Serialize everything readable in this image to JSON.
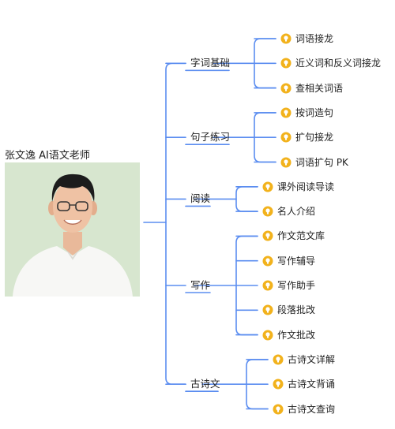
{
  "teacher": {
    "name": "张文逸 AI语文老师"
  },
  "colors": {
    "line": "#5b8df0",
    "bulb": "#f2b21c",
    "avatar_bg": "#d7e6cf"
  },
  "leaf_icon": "lightbulb-icon",
  "categories": [
    {
      "label": "字词基础",
      "items": [
        "词语接龙",
        "近义词和反义词接龙",
        "查相关词语"
      ]
    },
    {
      "label": "句子练习",
      "items": [
        "按词造句",
        "扩句接龙",
        "词语扩句 PK"
      ]
    },
    {
      "label": "阅读",
      "items": [
        "课外阅读导读",
        "名人介绍"
      ]
    },
    {
      "label": "写作",
      "items": [
        "作文范文库",
        "写作辅导",
        "写作助手",
        "段落批改",
        "作文批改"
      ]
    },
    {
      "label": "古诗文",
      "items": [
        "古诗文详解",
        "古诗文背诵",
        "古诗文查询"
      ]
    }
  ]
}
